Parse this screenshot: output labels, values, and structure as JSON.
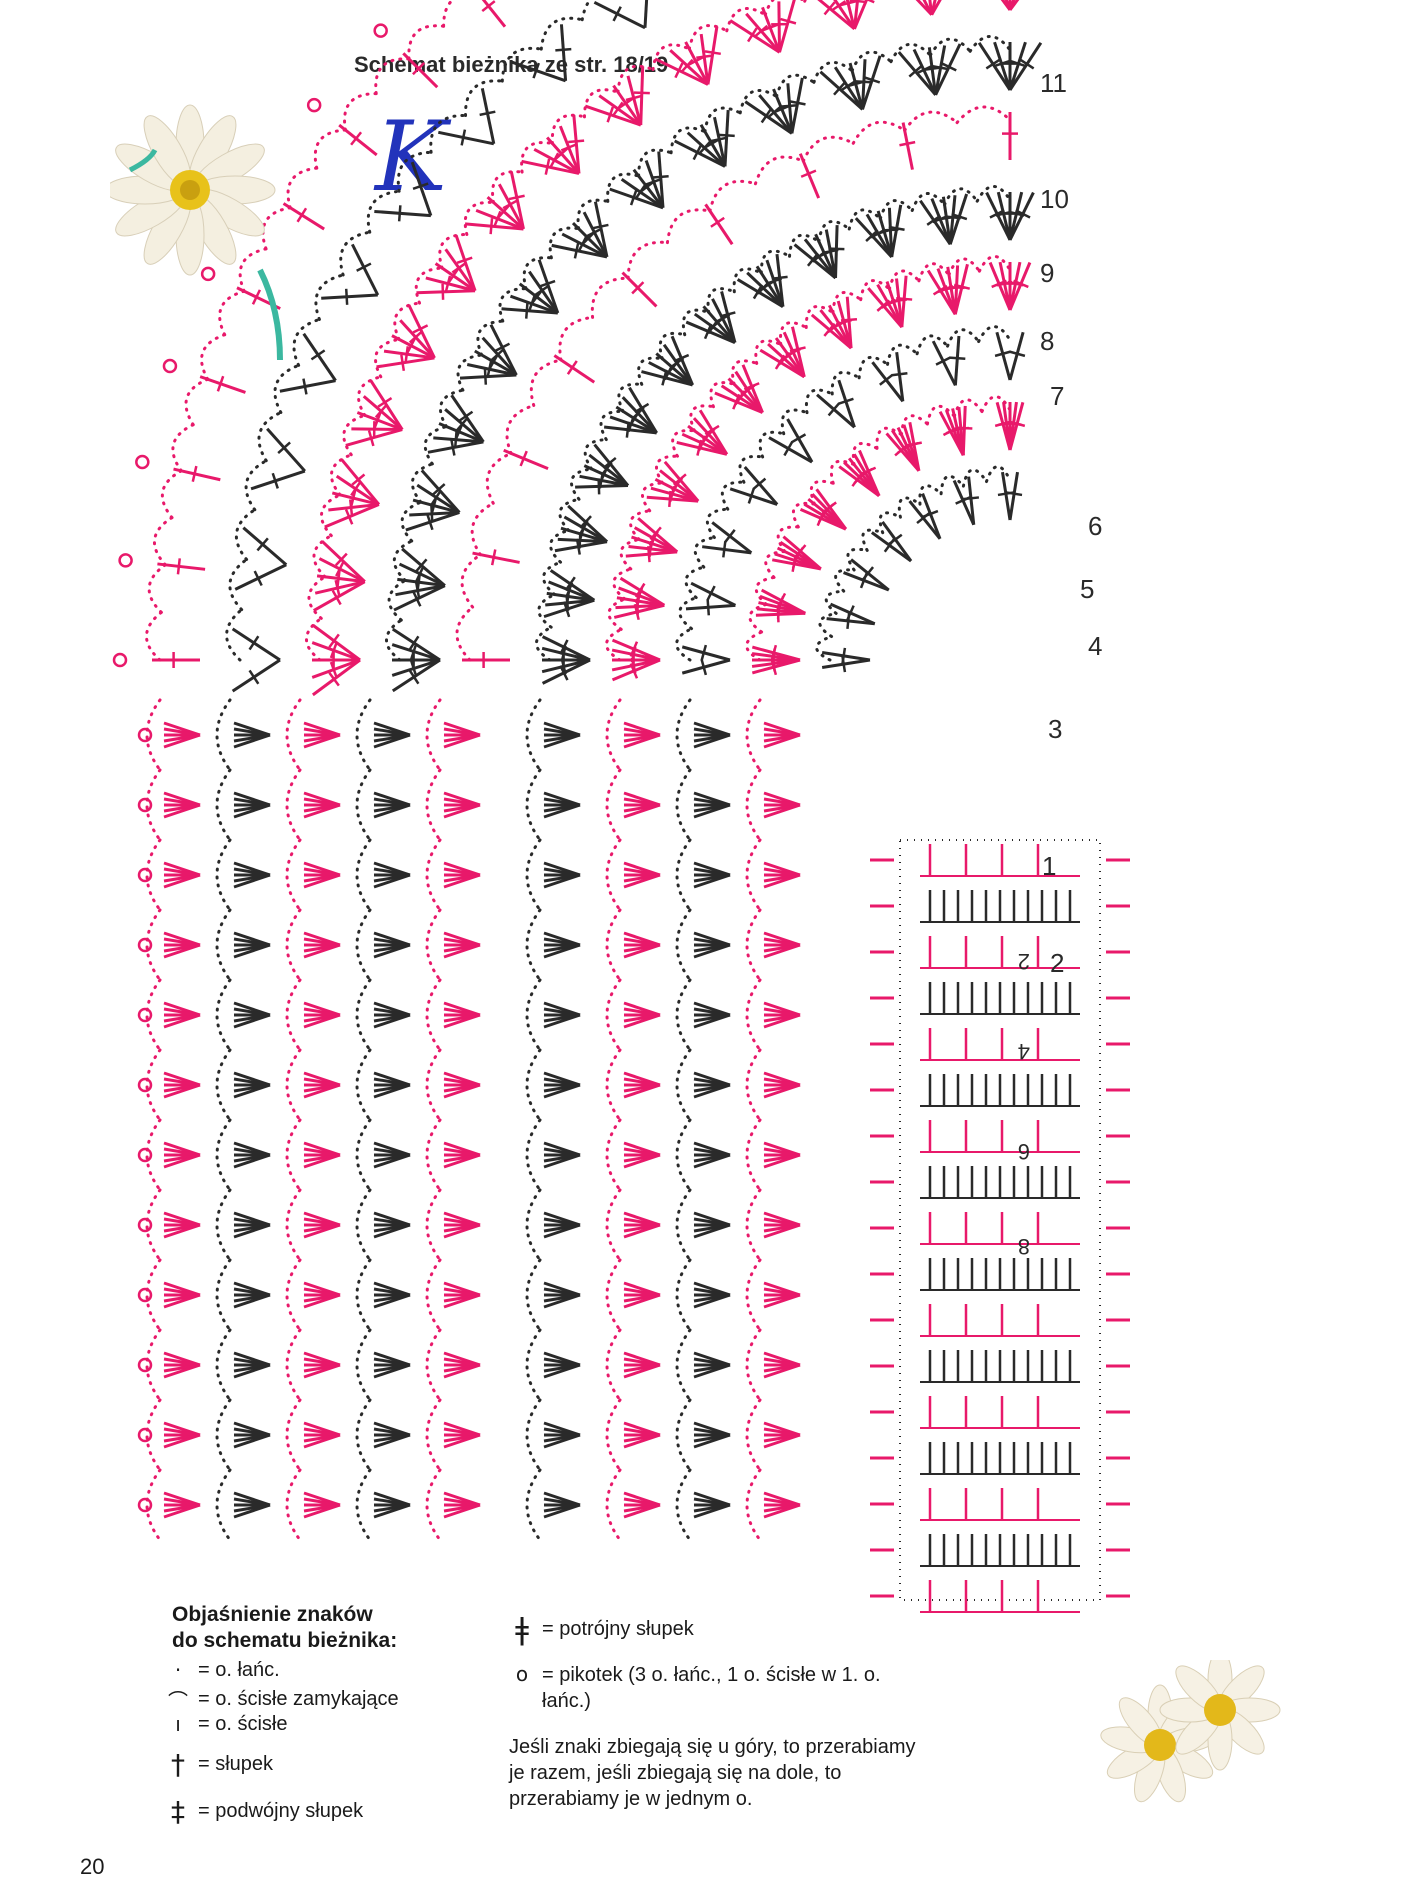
{
  "title": "Schemat bieżnika ze str. 18/19",
  "handwritten_mark": "K",
  "round_numbers": [
    "1",
    "2",
    "3",
    "4",
    "5",
    "6",
    "7",
    "8",
    "9",
    "10",
    "11"
  ],
  "inner_row_numbers": [
    "2",
    "4",
    "6",
    "8"
  ],
  "colors": {
    "pink": "#e8196a",
    "black": "#2a2a2a",
    "blue_ink": "#2233bb"
  },
  "legend": {
    "heading_line1": "Objaśnienie znaków",
    "heading_line2": "do schematu bieżnika:",
    "items": [
      {
        "icon": "dot-icon",
        "text": "= o. łańc."
      },
      {
        "icon": "arc-icon",
        "text": "= o. ścisłe zamykające"
      },
      {
        "icon": "bar-icon",
        "text": "= o. ścisłe"
      },
      {
        "icon": "dc-icon",
        "text": "= słupek"
      },
      {
        "icon": "tr-icon",
        "text": "= podwójny słupek"
      },
      {
        "icon": "dtr-icon",
        "text": "= potrójny słupek"
      },
      {
        "icon": "picot-icon",
        "text": "= pikotek (3 o. łańc., 1 o. ścisłe w 1. o. łańc.)"
      }
    ]
  },
  "note": "Jeśli znaki zbiegają się u góry, to przerabiamy je razem, jeśli zbiegają się na dole, to przerabiamy je w jednym o.",
  "page_number": "20"
}
